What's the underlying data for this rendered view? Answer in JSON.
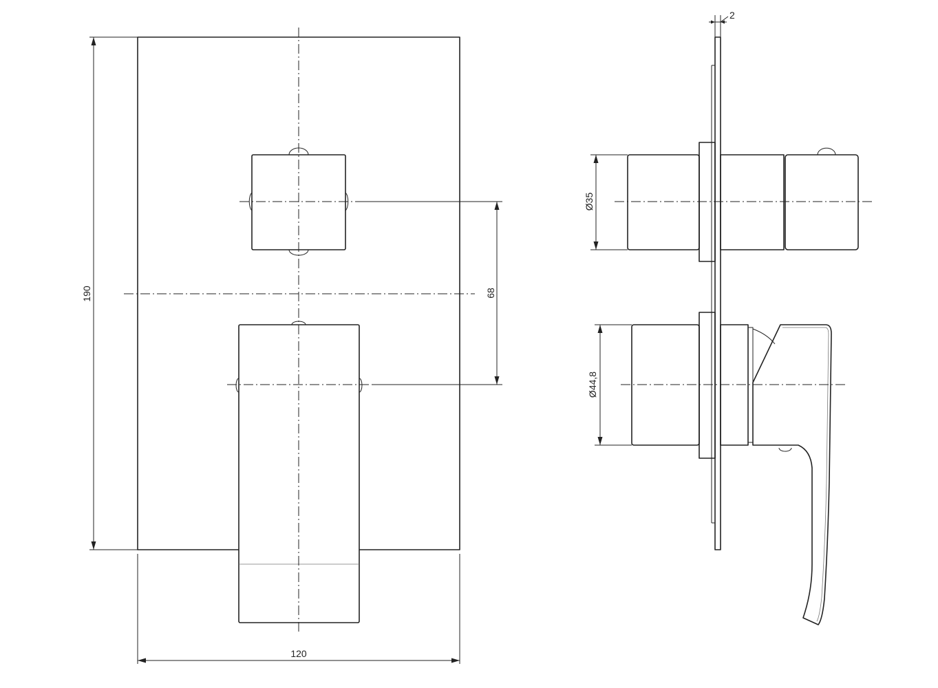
{
  "dimensions": {
    "height": "190",
    "width": "120",
    "spacing": "68",
    "plate_thickness": "2",
    "diverter_diameter": "Ø35",
    "mixer_diameter": "Ø44,8"
  },
  "colors": {
    "line": "#222222",
    "background": "#ffffff"
  }
}
